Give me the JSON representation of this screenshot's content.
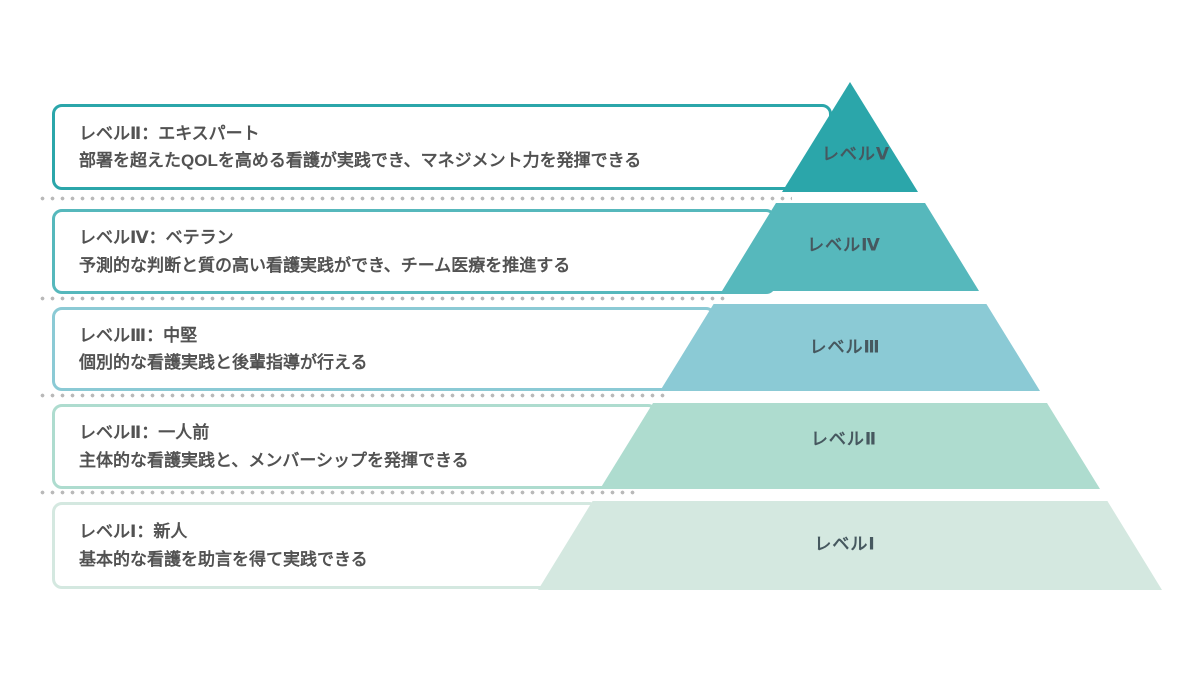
{
  "diagram_type": "pyramid-clinical-ladder",
  "levels": [
    {
      "pyramid_label": "レベルⅤ",
      "box_title": "レベルⅡ：エキスパート",
      "box_description": "部署を超えたQOLを高める看護が実践でき、マネジメント力を発揮できる",
      "color": "#2ba6aa"
    },
    {
      "pyramid_label": "レベルⅣ",
      "box_title": "レベルⅣ：ベテラン",
      "box_description": "予測的な判断と質の高い看護実践ができ、チーム医療を推進する",
      "color": "#56b8bc"
    },
    {
      "pyramid_label": "レベルⅢ",
      "box_title": "レベルⅢ：中堅",
      "box_description": "個別的な看護実践と後輩指導が行える",
      "color": "#8bcad5"
    },
    {
      "pyramid_label": "レベルⅡ",
      "box_title": "レベルⅡ：一人前",
      "box_description": "主体的な看護実践と、メンバーシップを発揮できる",
      "color": "#aedccf"
    },
    {
      "pyramid_label": "レベルⅠ",
      "box_title": "レベルⅠ：新人",
      "box_description": "基本的な看護を助言を得て実践できる",
      "color": "#d4e8e0"
    }
  ],
  "styles": {
    "background": "#ffffff",
    "box_text_color": "#525252",
    "tier_label_color": "#46585f",
    "dot_color": "#b9b9b9"
  }
}
